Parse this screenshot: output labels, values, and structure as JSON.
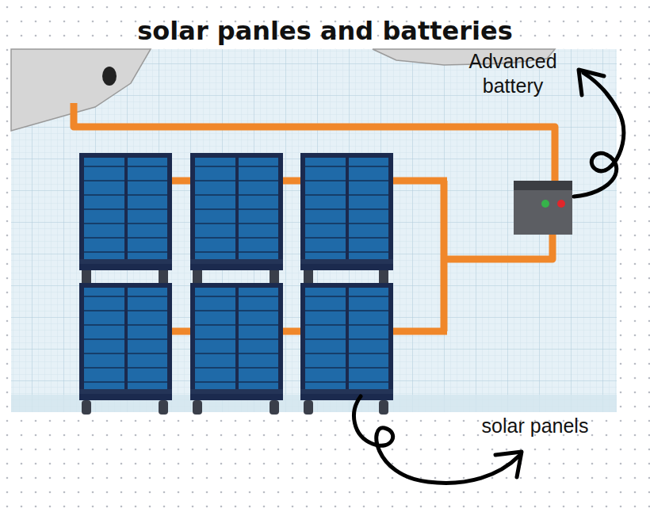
{
  "diagram": {
    "title": "solar panles and batteries",
    "labels": [
      "Advanced battery",
      "solar panels"
    ]
  }
}
